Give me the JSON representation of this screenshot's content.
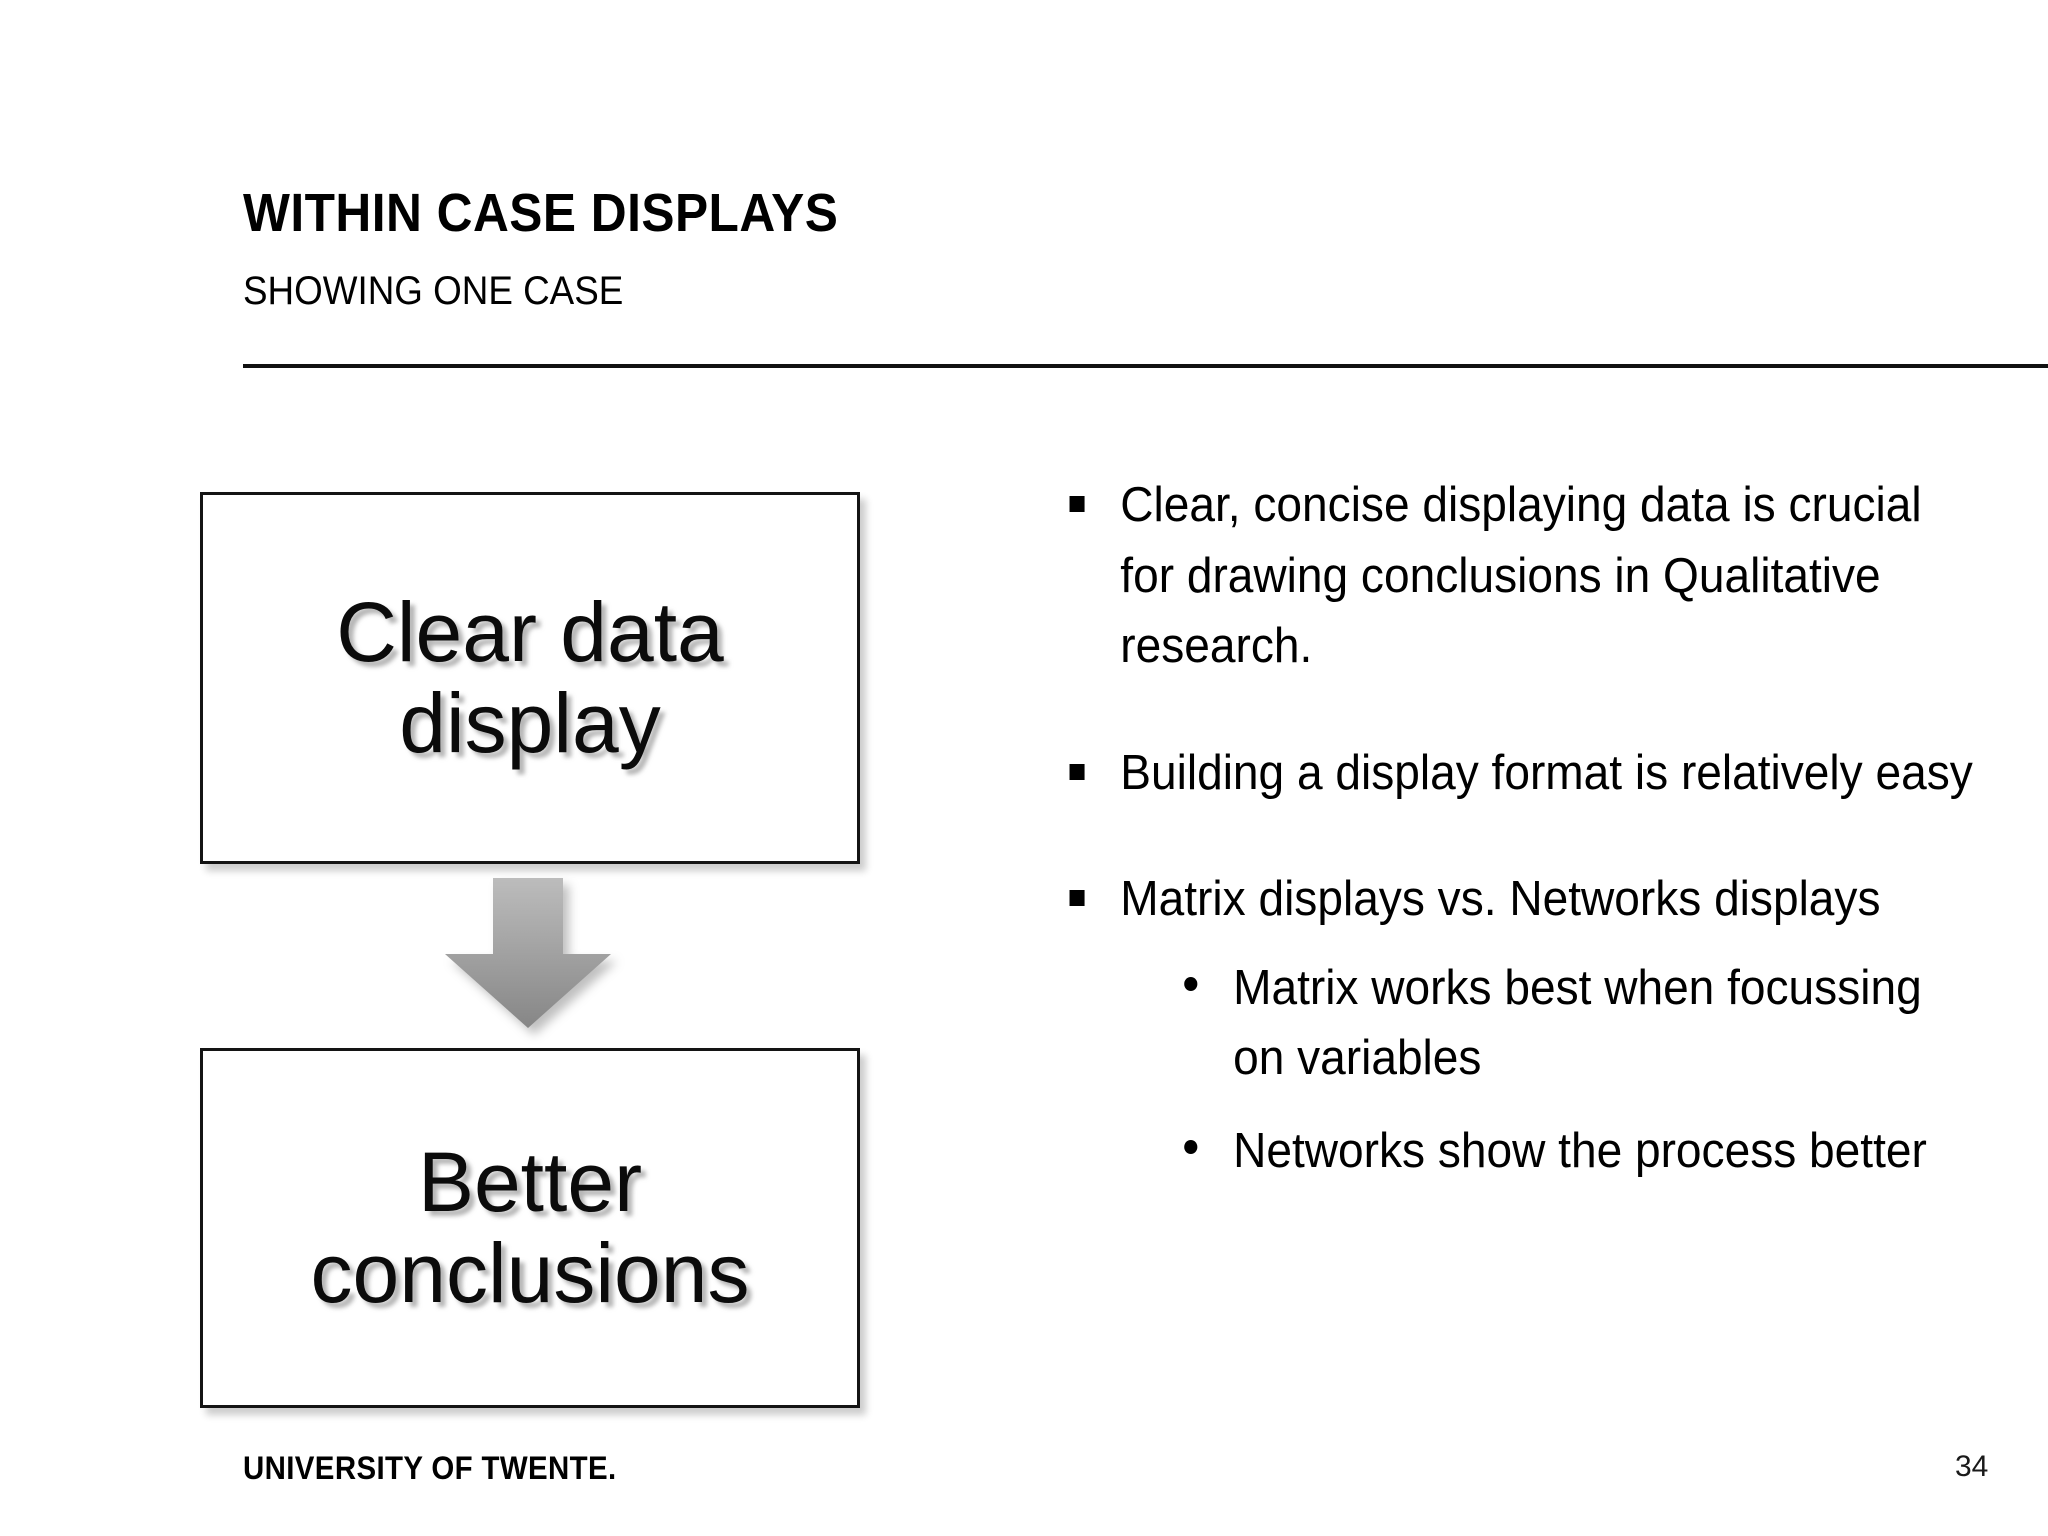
{
  "slide": {
    "title": "WITHIN CASE DISPLAYS",
    "subtitle": "SHOWING ONE CASE",
    "page_number": "34",
    "footer_logo": "UNIVERSITY OF TWENTE.",
    "background_color": "#ffffff",
    "text_color": "#000000"
  },
  "diagram": {
    "type": "flow",
    "boxes": [
      {
        "label": "Clear data display"
      },
      {
        "label": "Better conclusions"
      }
    ],
    "connector": {
      "icon": "down-arrow-icon",
      "direction": "down",
      "fill_top": "#b4b4b4",
      "fill_bottom": "#878787"
    }
  },
  "bullets": [
    {
      "marker": "square-bullet",
      "text": "Clear, concise displaying data is crucial for drawing conclusions in Qualitative research.",
      "children": []
    },
    {
      "marker": "square-bullet",
      "text": "Building a display format is relatively easy",
      "children": []
    },
    {
      "marker": "square-bullet",
      "text": "Matrix displays vs. Networks displays",
      "children": [
        {
          "marker": "round-bullet",
          "text": "Matrix works best when focussing on variables"
        },
        {
          "marker": "round-bullet",
          "text": "Networks show the process better"
        }
      ]
    }
  ]
}
